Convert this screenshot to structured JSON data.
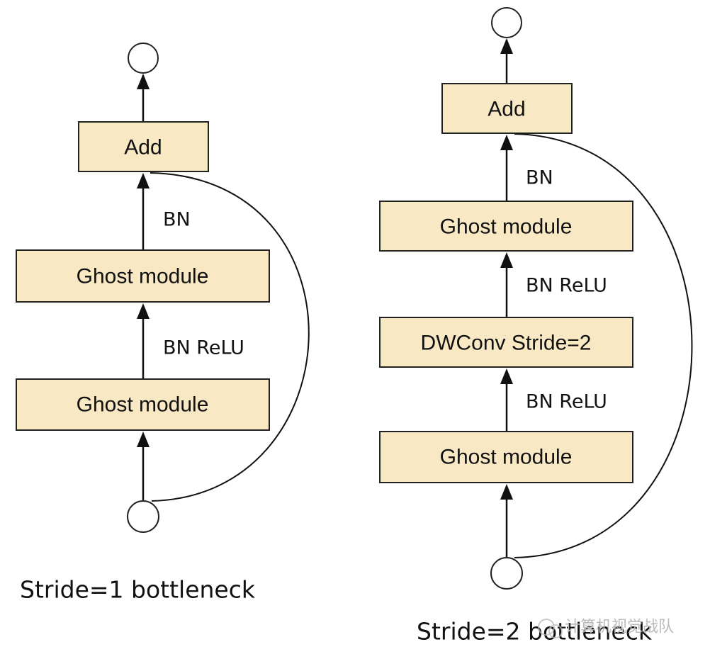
{
  "left": {
    "add_label": "Add",
    "edge_bn": "BN",
    "module_top_label": "Ghost module",
    "edge_bn_relu": "BN ReLU",
    "module_bottom_label": "Ghost module",
    "caption": "Stride=1 bottleneck"
  },
  "right": {
    "add_label": "Add",
    "edge_bn": "BN",
    "module_top_label": "Ghost module",
    "edge_bn_relu_upper": "BN ReLU",
    "dwconv_label": "DWConv Stride=2",
    "edge_bn_relu_lower": "BN ReLU",
    "module_bottom_label": "Ghost module",
    "caption": "Stride=2 bottleneck"
  },
  "watermark": "计算机视觉战队",
  "colors": {
    "box_fill": "#f9e8c4",
    "stroke": "#222222"
  }
}
